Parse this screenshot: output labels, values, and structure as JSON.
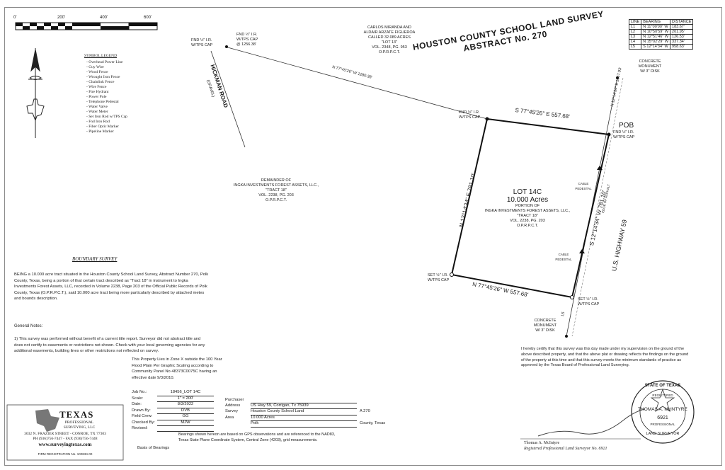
{
  "scale_bar": {
    "labels": [
      "0'",
      "200'",
      "400'",
      "600'"
    ]
  },
  "symbol_legend": {
    "title": "SYMBOL LEGEND",
    "items": [
      "- Overhead Power Line",
      "- Guy Wire",
      "- Wood Fence",
      "- Wrought Iron Fence",
      "- Chainlink Fence",
      "- Wire Fence",
      "- Fire Hydrant",
      "- Power Pole",
      "- Telephone Pedestal",
      "- Water Valve",
      "- Water Meter",
      "- Set Iron Rod w/TPS Cap",
      "- Fnd Iron Rod",
      "- Fiber Optic Marker",
      "- Pipeline Marker"
    ]
  },
  "line_table": {
    "headers": [
      "LINE",
      "BEARING",
      "DISTANCE"
    ],
    "rows": [
      [
        "L1",
        "N 11°00'00\" W",
        "183.67'"
      ],
      [
        "L2",
        "N 10°50'59\" W",
        "201.95'"
      ],
      [
        "L3",
        "N 12°51'46\" W",
        "126.53'"
      ],
      [
        "L4",
        "N 15°02'29\" W",
        "337.34'"
      ],
      [
        "L5",
        "S 12°14'34\" W",
        "958.63'"
      ]
    ]
  },
  "survey_title": {
    "line1": "HOUSTON COUNTY SCHOOL LAND SURVEY",
    "line2": "ABSTRACT No. 270"
  },
  "adjoiner_north": [
    "CARLOS MIRANDA AND",
    "ALDAIR ARZATE FIGUEROA",
    "CALLED 32.089 ACRES",
    "\"LOT 13\"",
    "VOL. 2348, PG. 953",
    "O.P.R.P.C.T."
  ],
  "adjoiner_west": [
    "REMAINDER OF",
    "INGKA INVESTMENTS FOREST ASSETS, LLC.,",
    "\"TRACT 18\"",
    "VOL. 2238, PG. 203",
    "O.P.R.P.C.T."
  ],
  "lot": {
    "name": "LOT 14C",
    "acres": "10.000 Acres",
    "desc": [
      "PORTION OF",
      "INGKA INVESTMENTS FOREST ASSETS, LLC.,",
      "\"TRACT 18\"",
      "VOL. 2238, PG. 203",
      "O.P.R.P.C.T."
    ]
  },
  "calls": {
    "north": "S 77°45'26\" E  557.68'",
    "south": "N 77°45'26\" W  557.68'",
    "west": "N 12°14'34\" E  781.10'",
    "east": "S 12°14'34\" W  781.10'",
    "northwest_line": "N 77°45'26\" W  1280.38'",
    "l1": "N 12°14'34\" E  1067.93'",
    "edge_asphalt": "EDGE OF ASPHALT",
    "l5": "L5"
  },
  "monuments": {
    "fnd_nw1": [
      "FND ½\" I.R.",
      "W/TPS CAP"
    ],
    "fnd_nw2": [
      "FND ½\" I.R.",
      "W/TPS CAP",
      "@ 1256.38'"
    ],
    "fnd_ne_corner": [
      "FND ½\" I.R.",
      "W/TPS CAP"
    ],
    "pob": "POB",
    "fnd_pob": [
      "FND ½\" I.R.",
      "W/TPS CAP"
    ],
    "set_sw": [
      "SET ½\" I.R.",
      "W/TPS CAP"
    ],
    "set_se": [
      "SET ½\" I.R.",
      "W/TPS CAP"
    ],
    "concrete_n": [
      "CONCRETE",
      "MONUMENT",
      "W/ 3\" DISK"
    ],
    "concrete_s": [
      "CONCRETE",
      "MONUMENT",
      "W/ 3\" DISK"
    ],
    "cable_pedestal_1": [
      "CABLE",
      "PEDESTAL"
    ],
    "cable_pedestal_2": [
      "CABLE",
      "PEDESTAL"
    ]
  },
  "roads": {
    "hickman": "HICKMAN ROAD",
    "hickman_sub": "(GRAVEL)",
    "highway": "U.S. HIGHWAY 59"
  },
  "boundary_survey": {
    "title": "BOUNDARY SURVEY",
    "text": "BEING a 10.000 acre tract situated in the Houston County School Land Survey, Abstract Number 270, Polk County, Texas, being a portion of that certain tract described as \"Tract 18\" in instrument to Ingka Investments Forest Assets, LLC, recorded in Volume 2238, Page 203 of the Official Public Records of Polk County, Texas (O.P.R.P.C.T.), said 10.000 acre tract being more particularly described by attached metes and bounds description."
  },
  "general_notes": {
    "title": "General Notes:",
    "note1": "1) This survey was performed without benefit of a current title report. Surveyor did not abstract title and does not certify to easements or restrictions not shown. Check with your local governing agencies for any additional easements, building lines or other restrictions not reflected on survey.",
    "flood": "This Property Lies in Zone X outside the 100 Year Flood Plain Per Graphic Scaling according to Community Panel No 48373C0075C having an effective date 9/3/2010."
  },
  "job_info": [
    {
      "label": "Job No.:",
      "value": "18456_LOT 14C"
    },
    {
      "label": "Scale:",
      "value": "1\" = 200'"
    },
    {
      "label": "Date:",
      "value": "8/3/2022"
    },
    {
      "label": "Drawn By:",
      "value": "DVB"
    },
    {
      "label": "Field Crew:",
      "value": "GG"
    },
    {
      "label": "Checked By:",
      "value": "MJW"
    },
    {
      "label": "Revised:",
      "value": ""
    }
  ],
  "purchaser_info": [
    {
      "label": "Purchaser",
      "value": ""
    },
    {
      "label": "Address",
      "value": "US Hwy 59, Corrigan, Tx 75939"
    },
    {
      "label": "Survey",
      "value": "Houston County School Land",
      "extra": "A 270"
    },
    {
      "label": "Area",
      "value": "10.000 Acres"
    },
    {
      "label": "",
      "value": "Polk",
      "extra": "County, Texas"
    }
  ],
  "bearings_note": "Bearings shown hereon are based on GPS observations and are referenced to the NAD83, Texas State Plane Coordinate System, Central Zone (4203), grid measurements.",
  "basis_label": "Basis of Bearings",
  "company": {
    "name": "TEXAS",
    "sub1": "PROFESSIONAL",
    "sub2": "SURVEYING, LLC",
    "address": "3032 N. FRAZIER STREET - CONROE, TX 77303",
    "phone": "PH (936)756-7447  -  FAX (936)756-7448",
    "web": "www.surveyingtexas.com",
    "firm": "FIRM REGISTRATION No. 100834-00"
  },
  "certification": "I hereby certify that this survey was this day made under my supervision on the ground of the above described property, and that the above plat or drawing reflects the findings on the ground of the property at this time and that this survey meets the minimum standards of practice as approved by the Texas Board of Professional Land Surveying.",
  "surveyor": {
    "name": "Thomas A. McIntyre",
    "title": "Registered Professional Land Surveyor No. 6921"
  },
  "seal": {
    "top": "STATE OF TEXAS",
    "registered": "REGISTERED",
    "name": "THOMAS A. McINTYRE",
    "number": "6921",
    "bottom": "LAND SURVEYOR",
    "prof": "PROFESSIONAL"
  }
}
